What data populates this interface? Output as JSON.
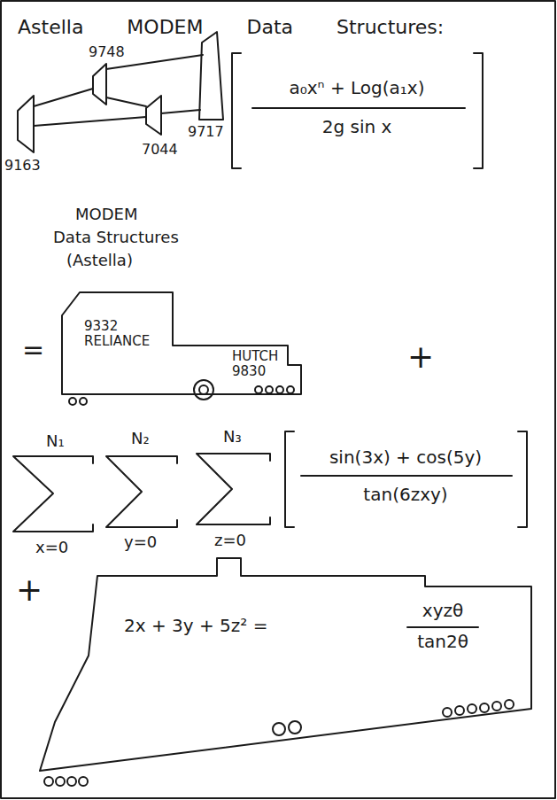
{
  "diagram": {
    "title": "Astella MODEM Data Structures:",
    "nodes": [
      {
        "text": [
          "9332 RELIANCE",
          "HUTCH 9830"
        ]
      },
      {
        "text": [
          "2x + 3y + 5z² =",
          "xyzθ",
          "tan2θ"
        ]
      }
    ],
    "labels": [
      "9748",
      "9163",
      "7044",
      "9717",
      "a₀xⁿ + Log(a₁x)",
      "2g sin x",
      "MODEM",
      "Data Structures",
      "(Astella)",
      "=",
      "+",
      "N₁",
      "N₂",
      "N₃",
      "x=0",
      "y=0",
      "z=0",
      "sin(3x) + cos(5y)",
      "tan(6zxy)",
      "+"
    ]
  }
}
